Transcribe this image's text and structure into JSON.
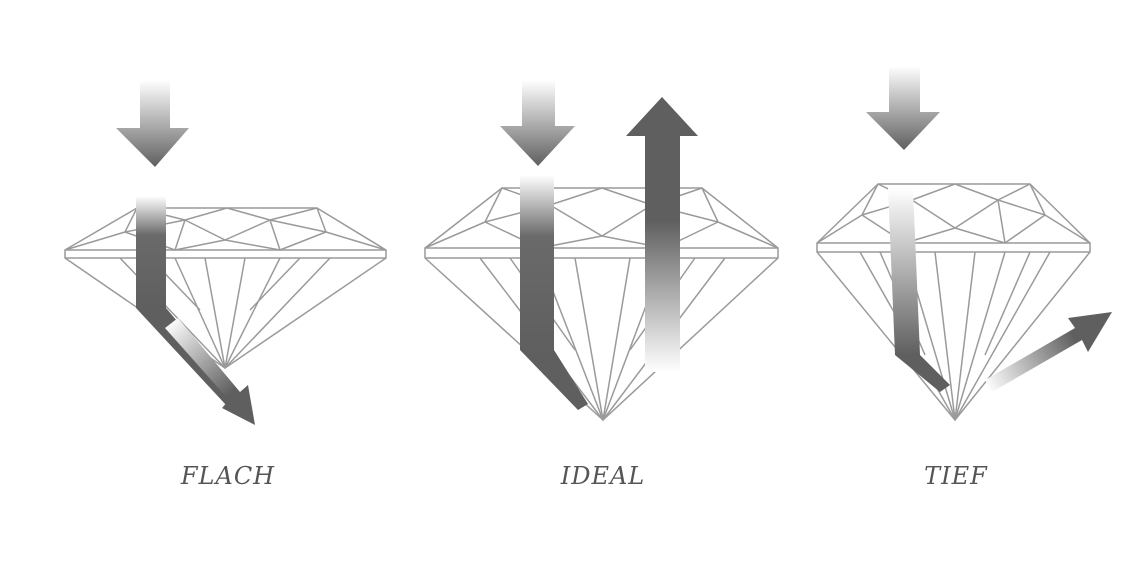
{
  "colors": {
    "outline": "#9a9a9a",
    "arrow_dark": "#5f5f5f",
    "arrow_light": "#ffffff",
    "label": "#555555"
  },
  "diamonds": [
    {
      "id": "flach",
      "label": "FLACH",
      "light_path": "leaks-downward"
    },
    {
      "id": "ideal",
      "label": "IDEAL",
      "light_path": "reflects-upward"
    },
    {
      "id": "tief",
      "label": "TIEF",
      "light_path": "leaks-sideways"
    }
  ]
}
